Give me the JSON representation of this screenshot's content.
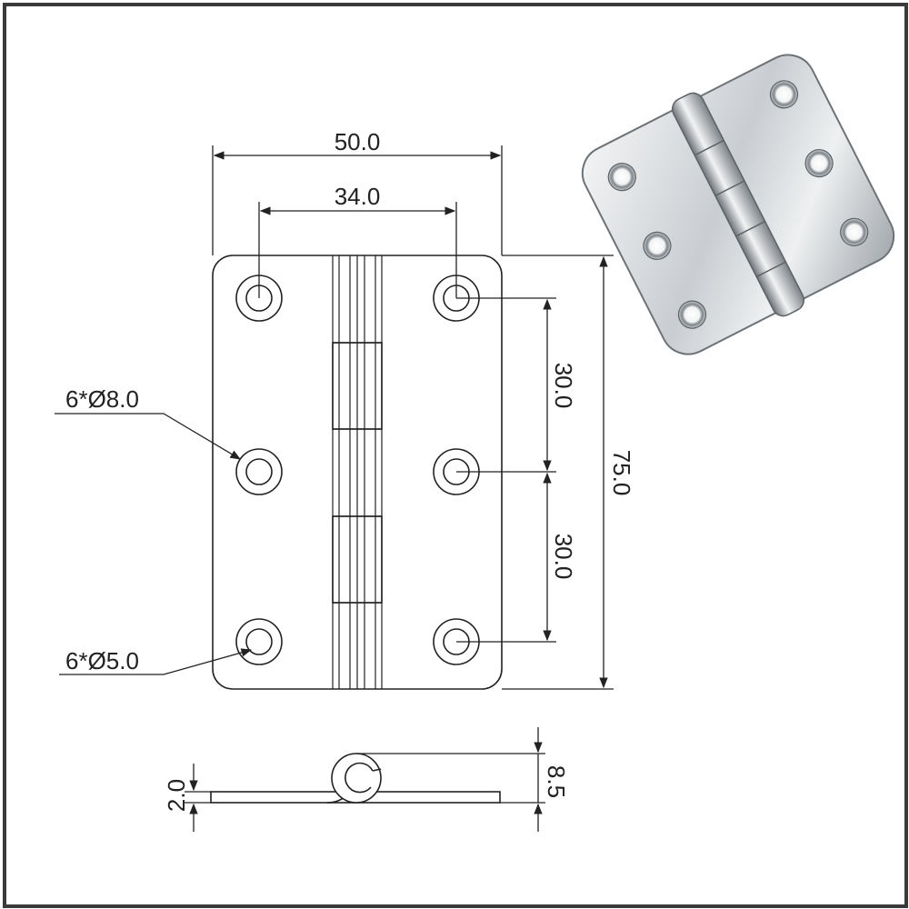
{
  "dimensions": {
    "width_total": "50.0",
    "hole_spacing_x": "34.0",
    "height_total": "75.0",
    "hole_pitch_upper": "30.0",
    "hole_pitch_lower": "30.0",
    "countersink_callout": "6*Ø8.0",
    "hole_callout": "6*Ø5.0",
    "plate_thickness": "2.0",
    "knuckle_height": "8.5"
  },
  "colors": {
    "line": "#222222",
    "frame": "#3a3a3a",
    "steel_light": "#e8eaec",
    "steel_dark": "#8a8f94"
  }
}
